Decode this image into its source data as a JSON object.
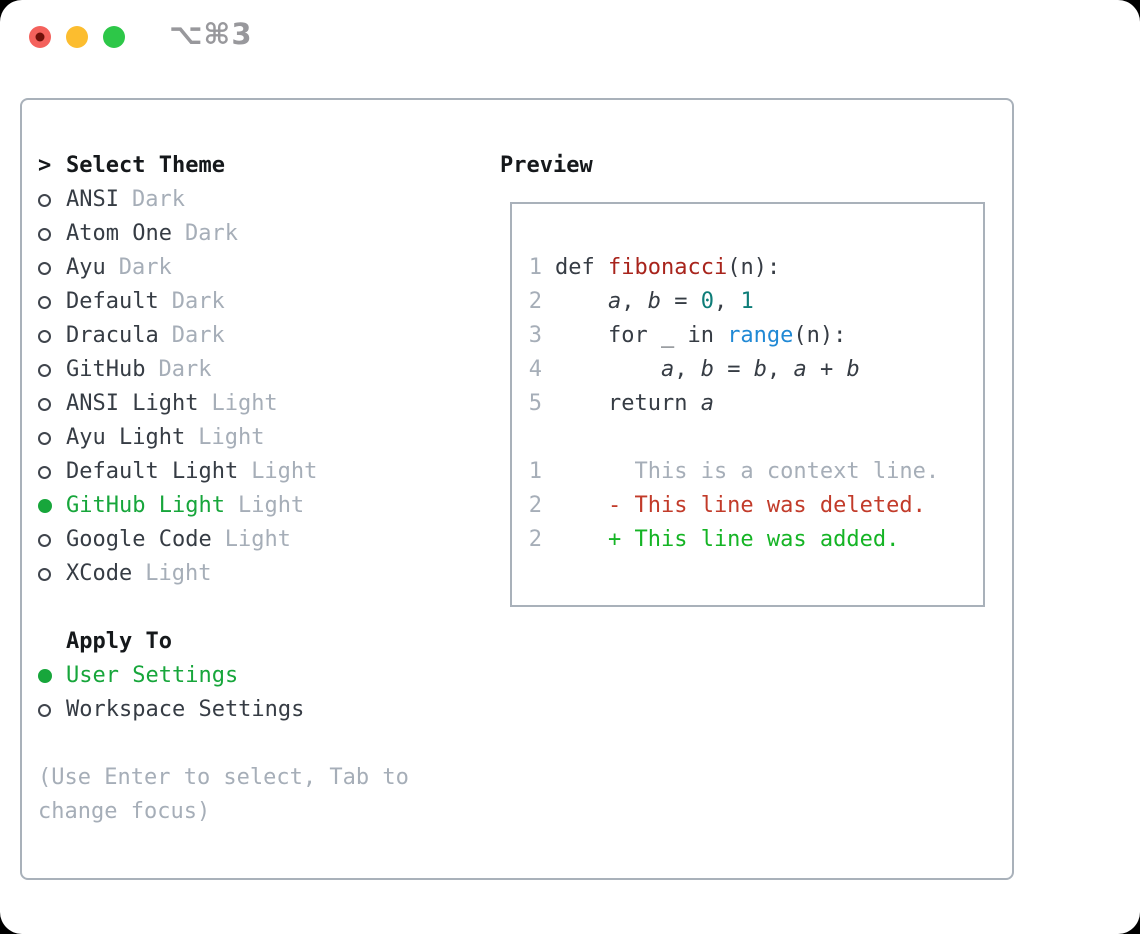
{
  "titlebar": {
    "shortcut_label": "⌥⌘3",
    "controls": [
      "close",
      "minimize",
      "zoom"
    ]
  },
  "theme_picker": {
    "prompt": ">",
    "heading": "Select Theme",
    "items": [
      {
        "name": "ANSI",
        "variant": "Dark",
        "selected": false
      },
      {
        "name": "Atom One",
        "variant": "Dark",
        "selected": false
      },
      {
        "name": "Ayu",
        "variant": "Dark",
        "selected": false
      },
      {
        "name": "Default",
        "variant": "Dark",
        "selected": false
      },
      {
        "name": "Dracula",
        "variant": "Dark",
        "selected": false
      },
      {
        "name": "GitHub",
        "variant": "Dark",
        "selected": false
      },
      {
        "name": "ANSI Light",
        "variant": "Light",
        "selected": false
      },
      {
        "name": "Ayu Light",
        "variant": "Light",
        "selected": false
      },
      {
        "name": "Default Light",
        "variant": "Light",
        "selected": false
      },
      {
        "name": "GitHub Light",
        "variant": "Light",
        "selected": true
      },
      {
        "name": "Google Code",
        "variant": "Light",
        "selected": false
      },
      {
        "name": "XCode",
        "variant": "Light",
        "selected": false
      }
    ],
    "apply_heading": "Apply To",
    "apply_options": [
      {
        "label": "User Settings",
        "selected": true
      },
      {
        "label": "Workspace Settings",
        "selected": false
      }
    ],
    "help_lines": [
      "(Use Enter to select, Tab to",
      "change focus)"
    ]
  },
  "preview": {
    "heading": "Preview",
    "lines": [
      {
        "num": "1",
        "kind": "code",
        "segs": [
          [
            "plain",
            "def "
          ],
          [
            "fn",
            "fibonacci"
          ],
          [
            "plain",
            "(n):"
          ]
        ]
      },
      {
        "num": "2",
        "kind": "code",
        "segs": [
          [
            "plain",
            "    "
          ],
          [
            "var",
            "a"
          ],
          [
            "plain",
            ", "
          ],
          [
            "var",
            "b"
          ],
          [
            "plain",
            " = "
          ],
          [
            "lit",
            "0"
          ],
          [
            "plain",
            ", "
          ],
          [
            "lit",
            "1"
          ]
        ]
      },
      {
        "num": "3",
        "kind": "code",
        "segs": [
          [
            "plain",
            "    for _ in "
          ],
          [
            "call",
            "range"
          ],
          [
            "plain",
            "(n):"
          ]
        ]
      },
      {
        "num": "4",
        "kind": "code",
        "segs": [
          [
            "plain",
            "        "
          ],
          [
            "var",
            "a"
          ],
          [
            "plain",
            ", "
          ],
          [
            "var",
            "b"
          ],
          [
            "plain",
            " = "
          ],
          [
            "var",
            "b"
          ],
          [
            "plain",
            ", "
          ],
          [
            "var",
            "a"
          ],
          [
            "plain",
            " + "
          ],
          [
            "var",
            "b"
          ]
        ]
      },
      {
        "num": "5",
        "kind": "code",
        "segs": [
          [
            "plain",
            "    return "
          ],
          [
            "var",
            "a"
          ]
        ]
      },
      {
        "num": "",
        "kind": "blank",
        "segs": []
      },
      {
        "num": "1",
        "kind": "diff-context",
        "segs": [
          [
            "ctx",
            "      This is a context line."
          ]
        ]
      },
      {
        "num": "2",
        "kind": "diff-deleted",
        "segs": [
          [
            "del",
            "    - This line was deleted."
          ]
        ]
      },
      {
        "num": "2",
        "kind": "diff-added",
        "segs": [
          [
            "add",
            "    + This line was added."
          ]
        ]
      }
    ]
  },
  "palette": {
    "accent_green": "#17a63b",
    "muted": "#a6aeb8",
    "text_dark": "#363c44",
    "header_black": "#15181b",
    "border": "#a9b1ba",
    "radio_ring": "#40454d",
    "func_red": "#a8241c",
    "literal_teal": "#0e7d78",
    "call_blue": "#2089d5",
    "diff_del": "#c23b2a",
    "diff_add": "#15b425",
    "traffic_red": "#f4615c",
    "traffic_red_dot": "#70100a",
    "traffic_yellow": "#fcbd2f",
    "traffic_green": "#2dc748",
    "title_gray": "#98989c"
  }
}
